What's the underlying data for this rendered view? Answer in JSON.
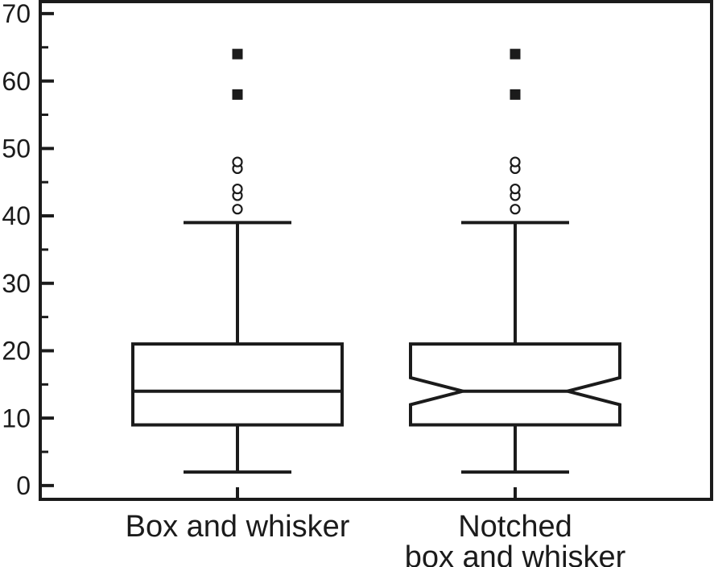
{
  "page": {
    "background": "#ffffff"
  },
  "chart_data": {
    "type": "boxplot",
    "title": "",
    "xlabel": "",
    "ylabel": "",
    "grid": false,
    "legend": "none",
    "ink_color": "#1b1b1b",
    "box_fill": "#ffffff",
    "ylim": [
      0,
      70
    ],
    "y_major_values": [
      0,
      10,
      20,
      30,
      40,
      50,
      60,
      70
    ],
    "y_major_labels": [
      "0",
      "10",
      "20",
      "30",
      "40",
      "50",
      "60",
      "70"
    ],
    "y_minor_values": [
      5,
      15,
      25,
      35,
      45,
      55,
      65
    ],
    "categories": [
      {
        "label": "Box and whisker",
        "lines": [
          "Box and whisker"
        ]
      },
      {
        "label": "Notched box and whisker",
        "lines": [
          "Notched",
          "box and whisker"
        ]
      }
    ],
    "series": [
      {
        "name": "Box and whisker",
        "notched": false,
        "whisker_low": 2,
        "q1": 9,
        "median": 14,
        "q3": 21,
        "whisker_high": 39,
        "outliers_open_circles": [
          41,
          43,
          44,
          47,
          48
        ],
        "outliers_filled_squares": [
          58,
          64
        ]
      },
      {
        "name": "Notched box and whisker",
        "notched": true,
        "notch_low": 12,
        "notch_high": 16,
        "whisker_low": 2,
        "q1": 9,
        "median": 14,
        "q3": 21,
        "whisker_high": 39,
        "outliers_open_circles": [
          41,
          43,
          44,
          47,
          48
        ],
        "outliers_filled_squares": [
          58,
          64
        ]
      }
    ]
  }
}
